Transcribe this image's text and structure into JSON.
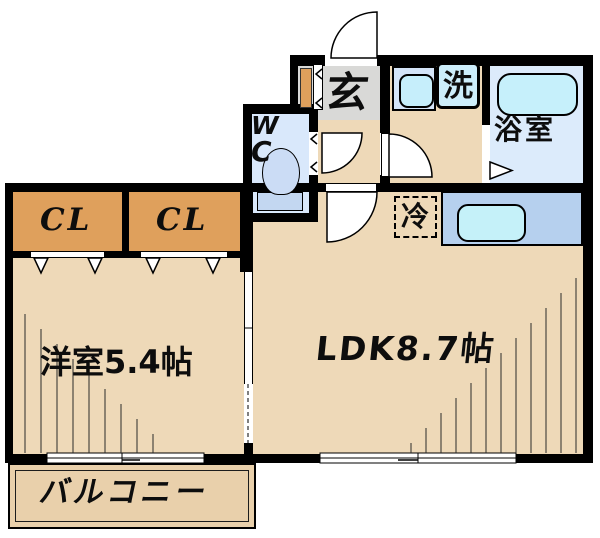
{
  "plan": {
    "type": "apartment-floor-plan",
    "layout": "1LDK",
    "rooms": {
      "entrance": {
        "label": "玄"
      },
      "toilet": {
        "line1": "W",
        "line2": "C"
      },
      "washing_machine": {
        "label": "洗"
      },
      "bathroom": {
        "label": "浴室"
      },
      "refrigerator": {
        "label": "冷"
      },
      "closet_left": {
        "label": "CL"
      },
      "closet_right": {
        "label": "CL"
      },
      "western_room": {
        "label": "洋室5.4帖",
        "size_jo": 5.4
      },
      "ldk": {
        "label": "LDK8.7帖",
        "size_jo": 8.7
      },
      "balcony": {
        "label": "バルコニー"
      }
    },
    "colors": {
      "wall": "#000000",
      "wood_floor": "#eed9b8",
      "entrance_floor": "#d9d9d7",
      "closet": "#dfa05c",
      "wet_room_floor": "#d9e8fb",
      "bathroom_floor": "#dcebfb",
      "fixture_water": "#c6f0fb",
      "kitchen_counter": "#b6d0ee",
      "toilet_fixture": "#c9dcf5",
      "balcony_floor": "#e9d0ab"
    }
  }
}
